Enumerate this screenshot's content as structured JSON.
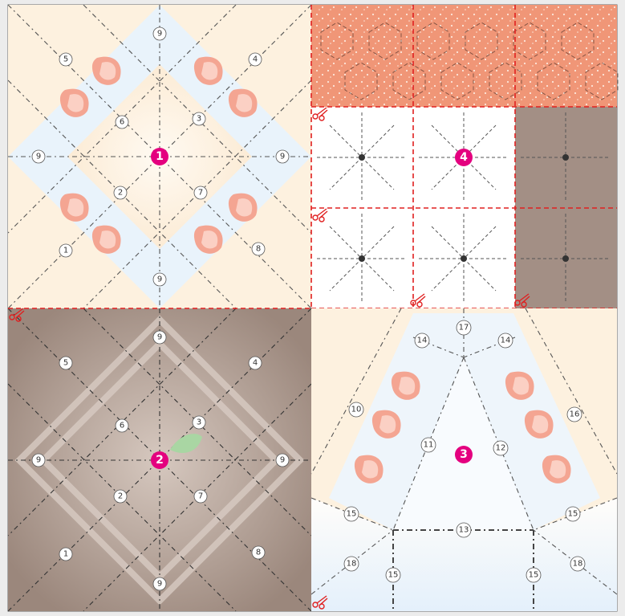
{
  "panels": {
    "p1": {
      "badge": "1",
      "labels": [
        "9",
        "5",
        "4",
        "6",
        "3",
        "9",
        "9",
        "2",
        "7",
        "1",
        "8",
        "9"
      ]
    },
    "p2": {
      "badge": "2",
      "labels": [
        "9",
        "5",
        "4",
        "6",
        "3",
        "9",
        "9",
        "2",
        "7",
        "1",
        "8",
        "9"
      ]
    },
    "p3": {
      "badge": "3",
      "labels": [
        "17",
        "14",
        "14",
        "10",
        "16",
        "11",
        "12",
        "15",
        "13",
        "15",
        "18",
        "15",
        "15",
        "18"
      ]
    },
    "p4": {
      "badge": "4"
    }
  },
  "colors": {
    "cream": "#fdf1df",
    "paleblue": "#e9f3fb",
    "brown": "#a38f85",
    "salmon": "#f29a7e",
    "pink_badge": "#e4007f",
    "cut_red": "#e02020",
    "petal": "#f4a592"
  },
  "icons": [
    "scissors-icon",
    "strawberry-petal-icon",
    "leaf-icon"
  ]
}
